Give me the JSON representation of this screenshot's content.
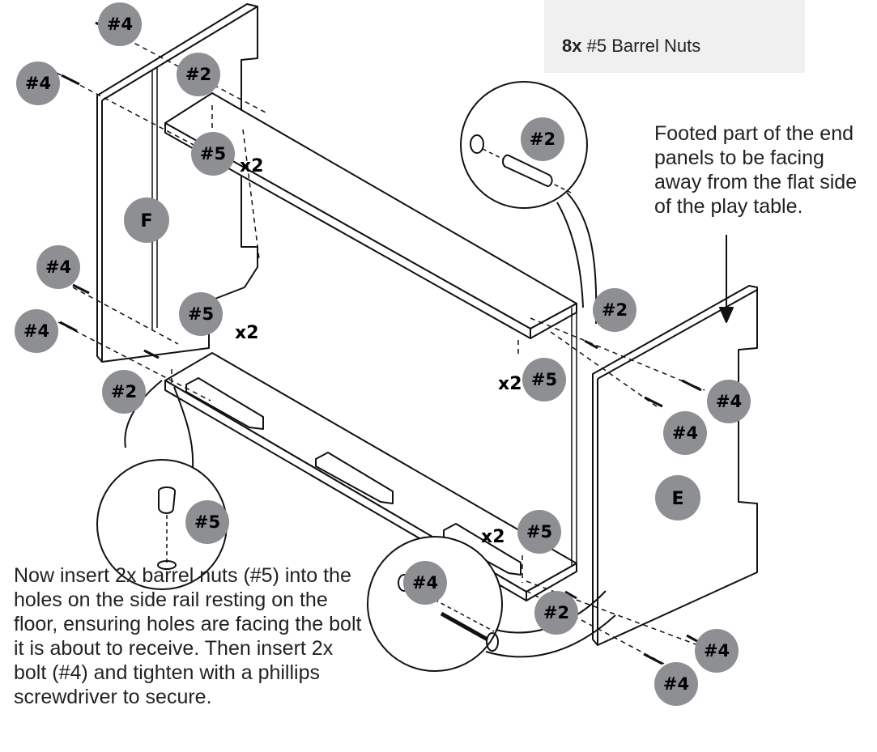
{
  "legend": {
    "quantity": "8x",
    "part": "#5 Barrel Nuts"
  },
  "note_text": "Footed part of the end panels to be facing away from the flat side of the play table.",
  "instructions_text": "Now insert 2x barrel nuts (#5) into the holes on the side rail resting on the floor, ensuring holes are facing the bolt it is about to receive. Then insert 2x bolt (#4) and tighten with a phillips screwdriver to secure.",
  "panels": {
    "left": "F",
    "right": "E"
  },
  "badges": [
    {
      "label": "#4"
    },
    {
      "label": "#4"
    },
    {
      "label": "#2"
    },
    {
      "label": "#5"
    },
    {
      "label": "#4"
    },
    {
      "label": "#4"
    },
    {
      "label": "#5"
    },
    {
      "label": "#2"
    },
    {
      "label": "#2"
    },
    {
      "label": "#2"
    },
    {
      "label": "#5"
    },
    {
      "label": "#4"
    },
    {
      "label": "#4"
    },
    {
      "label": "#5"
    },
    {
      "label": "#5"
    },
    {
      "label": "#4"
    },
    {
      "label": "#2"
    },
    {
      "label": "#4"
    },
    {
      "label": "#4"
    }
  ],
  "multipliers": [
    "x2",
    "x2",
    "x2",
    "x2"
  ],
  "colors": {
    "badge": "#8e8f92",
    "legend_bg": "#f0f0f1",
    "line": "#111111"
  }
}
